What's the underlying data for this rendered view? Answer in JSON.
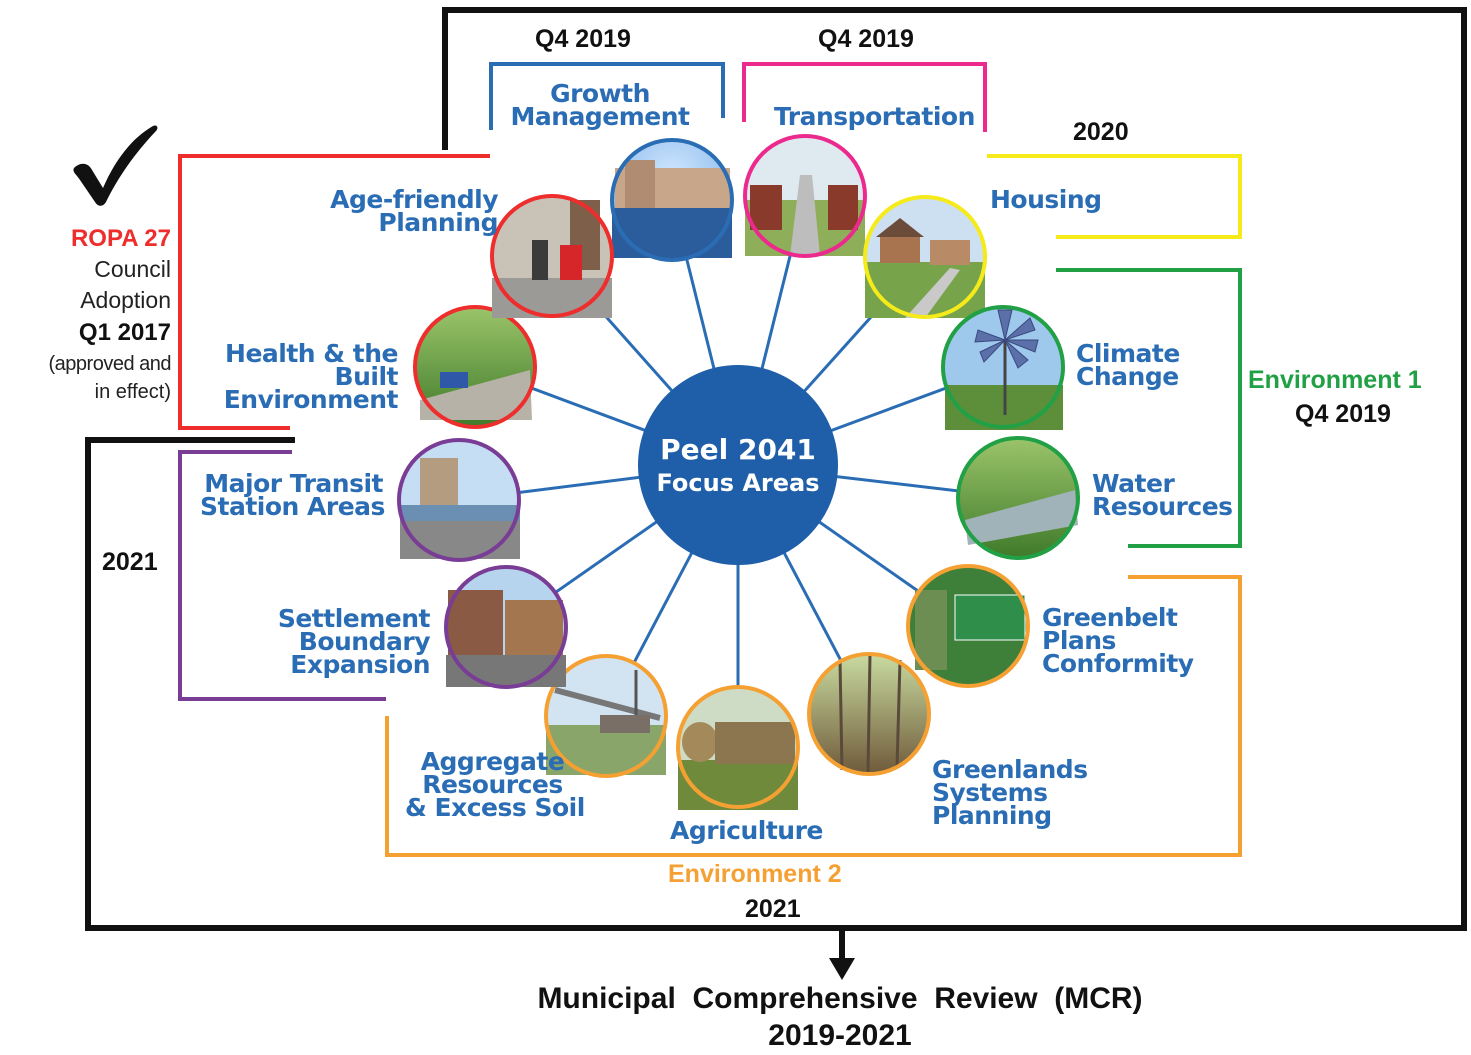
{
  "center": {
    "line1": "Peel 2041",
    "line2": "Focus Areas"
  },
  "groups": {
    "ropa": {
      "title": "ROPA 27",
      "line1": "Council",
      "line2": "Adoption",
      "line3": "Q1 2017",
      "line4": "(approved and",
      "line5": "in effect)"
    },
    "growth": {
      "date": "Q4 2019"
    },
    "transport": {
      "date": "Q4 2019"
    },
    "housing": {
      "date": "2020"
    },
    "env1": {
      "title": "Environment 1",
      "date": "Q4 2019"
    },
    "mtsa": {
      "date": "2021"
    },
    "env2": {
      "title": "Environment  2",
      "date": "2021"
    }
  },
  "focus_areas": [
    {
      "id": "growth",
      "label": [
        "Growth",
        "Management"
      ]
    },
    {
      "id": "transport",
      "label": [
        "Transportation"
      ]
    },
    {
      "id": "housing",
      "label": [
        "Housing"
      ]
    },
    {
      "id": "climate",
      "label": [
        "Climate",
        "Change"
      ]
    },
    {
      "id": "water",
      "label": [
        "Water",
        "Resources"
      ]
    },
    {
      "id": "greenbelt",
      "label": [
        "Greenbelt",
        "Plans",
        "Conformity"
      ]
    },
    {
      "id": "greenlands",
      "label": [
        "Greenlands",
        "Systems",
        "Planning"
      ]
    },
    {
      "id": "agriculture",
      "label": [
        "Agriculture"
      ]
    },
    {
      "id": "aggregate",
      "label": [
        "Aggregate",
        "Resources",
        "& Excess Soil"
      ]
    },
    {
      "id": "settlement",
      "label": [
        "Settlement",
        "Boundary",
        "Expansion"
      ]
    },
    {
      "id": "mtsa",
      "label": [
        "Major Transit",
        "Station Areas"
      ]
    },
    {
      "id": "health",
      "label": [
        "Health & the",
        "Built",
        "Environment"
      ]
    },
    {
      "id": "age",
      "label": [
        "Age-friendly",
        "Planning"
      ]
    }
  ],
  "footer": {
    "line1": "Municipal  Comprehensive  Review  (MCR)",
    "line2": "2019-2021"
  },
  "colors": {
    "blue": "#2a6db5",
    "center": "#1f5ea8",
    "red": "#ee2d2d",
    "magenta": "#ec2a8e",
    "yellow": "#f5ea1a",
    "green": "#21a045",
    "purple": "#7a3d96",
    "orange": "#f5a033",
    "black": "#111111"
  },
  "icons": [
    "checkmark-icon",
    "arrow-down-icon"
  ]
}
